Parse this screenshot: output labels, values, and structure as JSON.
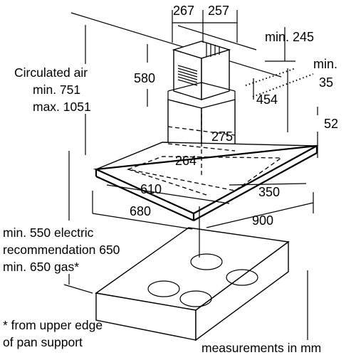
{
  "dimensions": {
    "chimney_width": "267",
    "chimney_depth": "257",
    "min_top_clearance": "min. 245",
    "chimney_overlap": "580",
    "min_right": "min.",
    "min_right_value": "35",
    "inner_chimney": "454",
    "hood_height": "52",
    "inner_width": "275",
    "inner_depth": "264",
    "canopy_inner_width": "610",
    "canopy_inner_depth": "350",
    "canopy_width": "680",
    "canopy_depth": "900"
  },
  "circulated_air": {
    "line1": "Circulated air",
    "line2": "min. 751",
    "line3": "max. 1051"
  },
  "clearance_note": {
    "line1": "min. 550 electric",
    "line2": "recommendation 650",
    "line3": "min. 650 gas*"
  },
  "footnote": {
    "line1": "* from upper edge",
    "line2": "of pan support"
  },
  "units_note": "measurements in mm"
}
